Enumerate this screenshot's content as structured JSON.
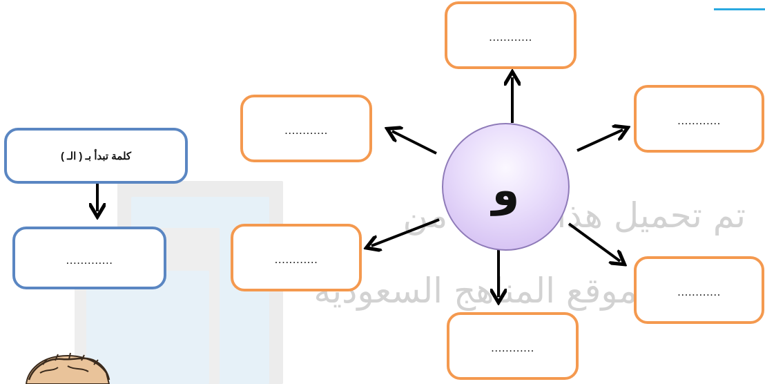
{
  "watermark": {
    "line1": "تم تحميل هذا الملف من",
    "line2": "موقع المناهج السعودية"
  },
  "center": {
    "letter": "و"
  },
  "boxes": {
    "top": "............",
    "upper_left": "............",
    "upper_right": "............",
    "lower_left": "............",
    "lower_right": "............",
    "bottom": "............"
  },
  "side": {
    "start_label": "كلمة تبدأ بـ  ( الـ  )",
    "answer": "............."
  },
  "colors": {
    "orange_border": "#f4994f",
    "blue_border": "#5a86c2",
    "circle_fill": "#e0d0f7"
  }
}
